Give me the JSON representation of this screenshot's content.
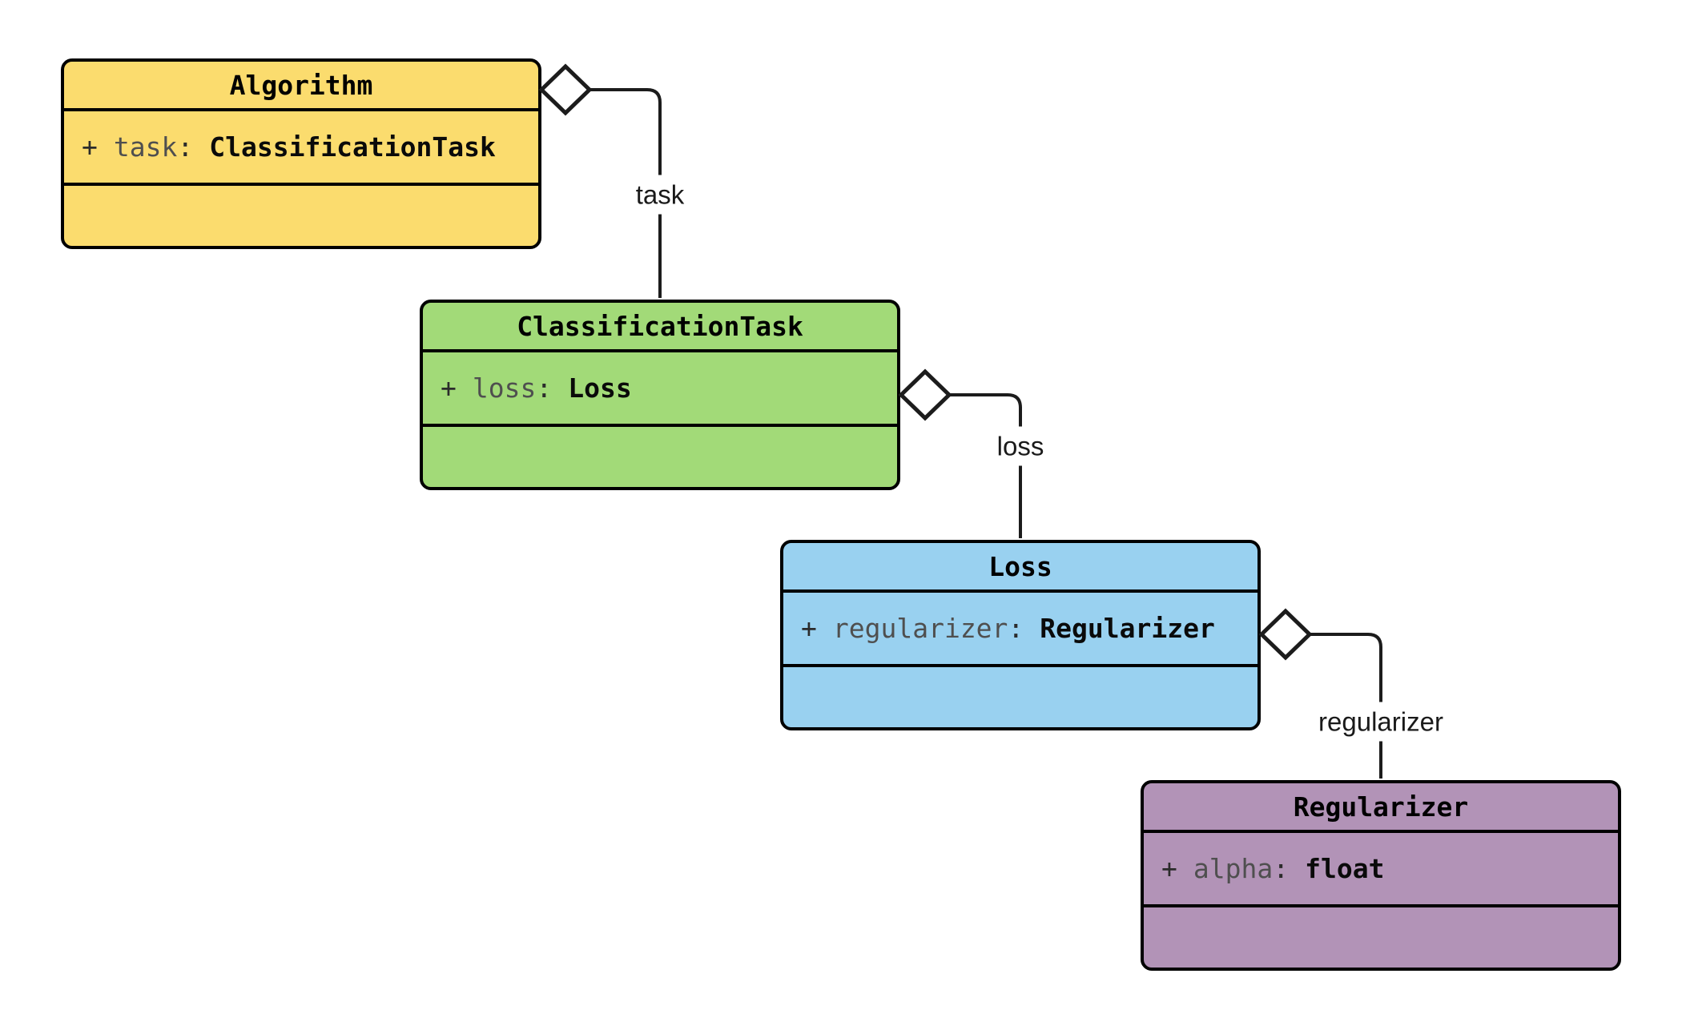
{
  "diagram": {
    "type": "uml-class-diagram",
    "classes": [
      {
        "name": "Algorithm",
        "fill": "#fbdc6e",
        "attribute": {
          "visibility": "+",
          "name": "task",
          "separator": ":",
          "type": "ClassificationTask"
        }
      },
      {
        "name": "ClassificationTask",
        "fill": "#a2da78",
        "attribute": {
          "visibility": "+",
          "name": "loss",
          "separator": ":",
          "type": "Loss"
        }
      },
      {
        "name": "Loss",
        "fill": "#99d1f0",
        "attribute": {
          "visibility": "+",
          "name": "regularizer",
          "separator": ":",
          "type": "Regularizer"
        }
      },
      {
        "name": "Regularizer",
        "fill": "#b293b7",
        "attribute": {
          "visibility": "+",
          "name": "alpha",
          "separator": ":",
          "type": "float"
        }
      }
    ],
    "relations": [
      {
        "from": "Algorithm",
        "to": "ClassificationTask",
        "label": "task",
        "kind": "aggregation"
      },
      {
        "from": "ClassificationTask",
        "to": "Loss",
        "label": "loss",
        "kind": "aggregation"
      },
      {
        "from": "Loss",
        "to": "Regularizer",
        "label": "regularizer",
        "kind": "aggregation"
      }
    ],
    "colors": {
      "background": "#ffffff",
      "border": "#000000",
      "line": "#1c1c1c",
      "attr_name_text": "#4f4f4f",
      "attr_type_text": "#0a0a0a",
      "label_text": "#1a1a1a",
      "diamond_fill": "#ffffff"
    }
  }
}
